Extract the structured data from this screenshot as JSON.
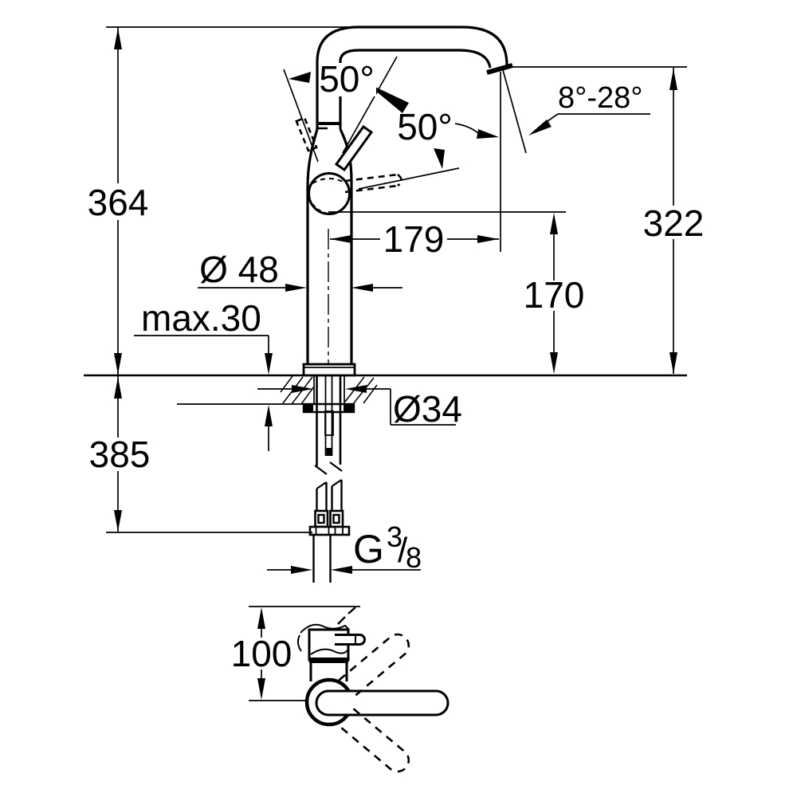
{
  "drawing": {
    "type": "technical-dimension-drawing",
    "subject": "single-lever high-spout basin mixer tap, front view with mounting shank and top view",
    "colors": {
      "line": "#000000",
      "background": "#ffffff"
    }
  },
  "dimensions": {
    "total_height": "364",
    "below_deck_length": "385",
    "spout_outlet_height": "322",
    "pivot_height": "170",
    "spout_reach": "179",
    "body_diameter": "Ø 48",
    "max_deck_thickness": "max.30",
    "hole_diameter": "Ø34",
    "base_depth": "100"
  },
  "angles": {
    "lever_swing_left": "50°",
    "lever_swing_right": "50°",
    "spout_tilt_range": "8°-28°"
  },
  "thread": {
    "g": "G",
    "sup": "3",
    "slash": "/",
    "sub": "8"
  }
}
